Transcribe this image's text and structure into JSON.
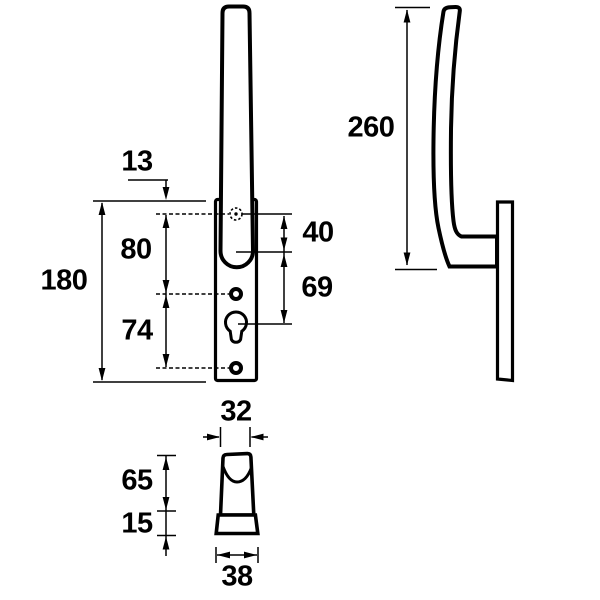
{
  "drawing": {
    "type": "technical-drawing",
    "subject": "window-handle with backplate, three orthographic views",
    "background_color": "#ffffff",
    "line_color": "#000000",
    "views": {
      "front": "front view: lever handle on long narrow backplate with hidden top screw hole, two mounting holes and euro profile cylinder hole",
      "side": "side view: curved lever profile attached to backplate",
      "top": "bottom/top view: tapered knob body on flared base"
    }
  },
  "dimensions": {
    "top_hole_offset": "13",
    "upper_hole_spacing": "80",
    "plate_length": "180",
    "lower_hole_spacing": "74",
    "handle_end_to_top_hole": "40",
    "cylinder_distance": "69",
    "handle_length": "260",
    "top_width": "32",
    "body_depth": "65",
    "base_depth": "15",
    "base_width": "38"
  }
}
